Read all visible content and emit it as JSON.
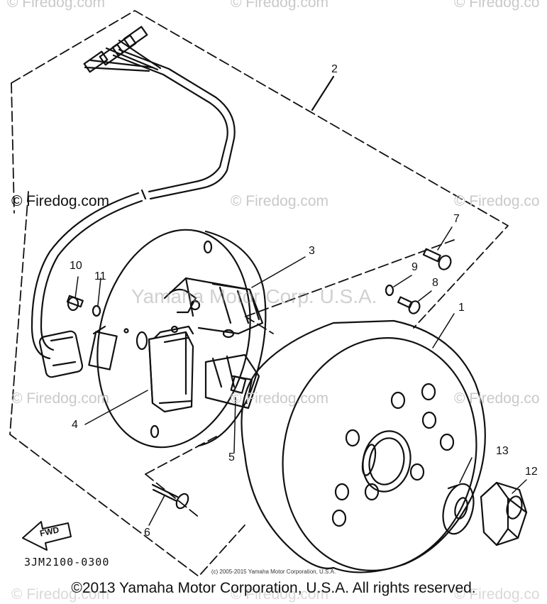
{
  "watermarks": {
    "site": "© Firedog.com",
    "top_left": "© Firedog.com",
    "top_mid": "© Firedog.com",
    "top_right": "© Firedog.co",
    "mid_left": "© Firedog.com",
    "mid_center": "© Firedog.com",
    "mid_right": "© Firedog.co",
    "low_left": "© Firedog.com",
    "low_center": "© Firedog.com",
    "low_right": "© Firedog.co",
    "bottom_left": "© Firedog.com",
    "bottom_mid": "© Firedog.com",
    "bottom_right": "© Firedog.co",
    "center": "Yamaha Motor Corp. U.S.A."
  },
  "diagram": {
    "part_code": "3JM2100-0300",
    "fwd_label": "FWD",
    "callouts": [
      "1",
      "2",
      "3",
      "4",
      "5",
      "6",
      "7",
      "8",
      "9",
      "10",
      "11",
      "12",
      "13"
    ]
  },
  "footer": {
    "small_copyright": "(c) 2005-2015 Yamaha Motor Corporation, U.S.A.",
    "copyright": "©2013 Yamaha Motor Corporation, U.S.A. All rights reserved."
  }
}
